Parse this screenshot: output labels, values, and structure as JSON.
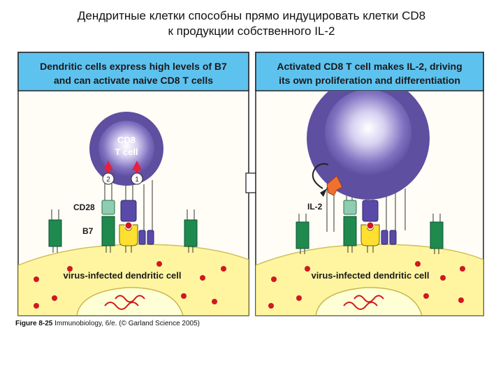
{
  "slide": {
    "title_line1": "Дендритные клетки способны прямо индуцировать клетки CD8",
    "title_line2": "к продукции собственного IL-2"
  },
  "left_panel": {
    "header_line1": "Dendritic cells express high levels of B7",
    "header_line2": "and can activate naive CD8 T cells",
    "cell_label_line1": "CD8",
    "cell_label_line2": "T cell",
    "signal_2": "2",
    "signal_1": "1",
    "cd28_label": "CD28",
    "b7_label": "B7",
    "dc_label": "virus-infected dendritic cell"
  },
  "right_panel": {
    "header_line1": "Activated CD8 T cell makes IL-2, driving",
    "header_line2": "its own proliferation and differentiation",
    "il2_label": "IL-2",
    "dc_label": "virus-infected dendritic cell"
  },
  "caption": {
    "figure": "Figure 8-25",
    "source": "Immunobiology, 6/e. (© Garland Science 2005)"
  },
  "colors": {
    "header_bg": "#5ec2ef",
    "dendritic_cell": "#fff5a0",
    "nucleus": "#ffffd6",
    "t_cell": "#5e4fa0",
    "t_cell_center": "#f2f0ff",
    "receptor_green": "#1e8a4e",
    "cd28": "#8fcdb0",
    "b7_yellow": "#ffe030",
    "tcr_purple": "#5a4aa8",
    "dots": "#d01820",
    "arrow_red": "#e8203a",
    "il2_orange": "#f07030"
  }
}
